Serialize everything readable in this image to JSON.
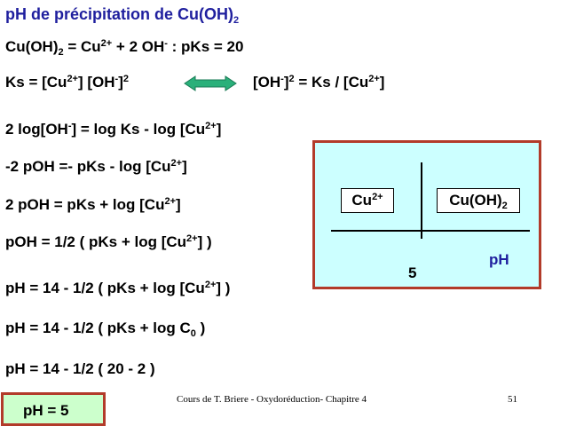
{
  "title": {
    "main": "pH de précipitation de Cu(OH)",
    "sub": "2"
  },
  "eq1": {
    "a": "Cu(OH)",
    "a_sub": "2",
    "b": " = Cu",
    "b_sup": "2+",
    "c": " + 2 OH",
    "c_sup": "-",
    "d": " : pKs =  20"
  },
  "eq2_left": {
    "a": "Ks = [Cu",
    "a_sup": "2+",
    "b": "] [OH",
    "b_sup": "-",
    "c": "]",
    "c_sup": "2"
  },
  "eq2_right": {
    "a": "[OH",
    "a_sup": "-",
    "b": "]",
    "b_sup": "2",
    "c": " = Ks  / [Cu",
    "c_sup": "2+",
    "d": "]"
  },
  "eq3": {
    "a": "2 log[OH",
    "a_sup": "-",
    "b": "] = log Ks - log [Cu",
    "b_sup": "2+",
    "c": "]"
  },
  "eq4": {
    "a": "-2 pOH =- pKs - log [Cu",
    "a_sup": "2+",
    "b": "]"
  },
  "eq5": {
    "a": "2 pOH = pKs + log [Cu",
    "a_sup": "2+",
    "b": "]"
  },
  "eq6": {
    "a": "pOH = 1/2 ( pKs  + log [Cu",
    "a_sup": "2+",
    "b": "] )"
  },
  "eq7": {
    "a": "pH = 14 - 1/2 ( pKs  + log [Cu",
    "a_sup": "2+",
    "b": "] )"
  },
  "eq8": {
    "a": "pH = 14 - 1/2 ( pKs  + log C",
    "a_sub": "0",
    "b": " )"
  },
  "eq9": "pH = 14 - 1/2 ( 20 - 2 )",
  "result": "pH = 5",
  "diagram": {
    "left_species": "Cu",
    "left_sup": "2+",
    "right_species": "Cu(OH)",
    "right_sub": "2",
    "boundary_value": "5",
    "axis_label": "pH"
  },
  "footer": {
    "course": "Cours de T. Briere - Oxydoréduction- Chapitre 4",
    "page": "51"
  },
  "colors": {
    "title": "#1f1f9e",
    "arrow": "#2ab07a",
    "diagram_bg": "#ccffff",
    "box_border": "#b23b2a",
    "result_bg": "#ccffcc",
    "axis_label": "#1f1f9e"
  }
}
